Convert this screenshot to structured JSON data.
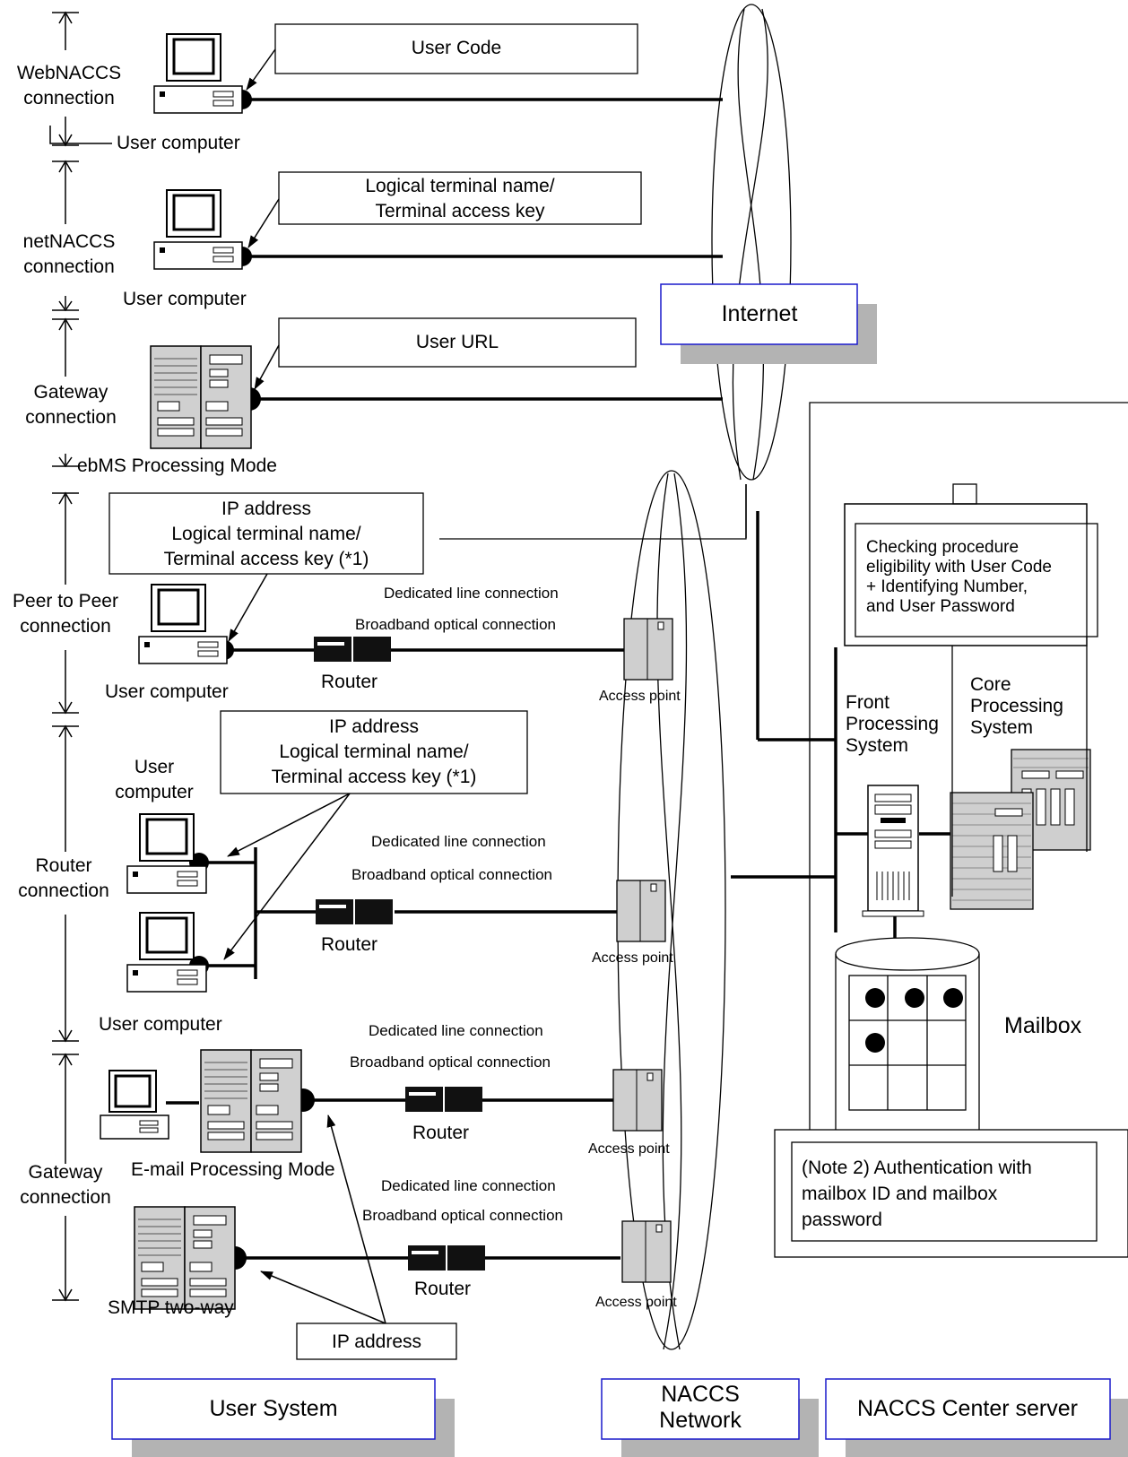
{
  "boxes": {
    "user_code": "User Code",
    "logical_terminal": "Logical terminal name/\nTerminal access key",
    "user_url": "User URL",
    "p2p_ip": "IP address\nLogical terminal name/\nTerminal access key (*1)",
    "router_ip": "IP address\nLogical terminal name/\nTerminal access key (*1)",
    "smtp_ip": "IP address",
    "checking": "Checking procedure\neligibility with User Code\n+ Identifying Number,\nand User Password",
    "note2": "(Note 2) Authentication with\nmailbox ID and mailbox\npassword"
  },
  "labels": {
    "webnaccs": "WebNACCS\nconnection",
    "user_computer_1": "User computer",
    "netnaccs": "netNACCS\nconnection",
    "user_computer_2": "User computer",
    "gateway_1": "Gateway\nconnection",
    "ebms": "ebMS Processing Mode",
    "p2p": "Peer to Peer\nconnection",
    "user_computer_3": "User computer",
    "router_conn": "Router\nconnection",
    "user_computer_4": "User\ncomputer",
    "user_computer_5": "User computer",
    "gateway_2": "Gateway\nconnection",
    "email_mode": "E-mail Processing Mode",
    "smtp": "SMTP two-way",
    "internet": "Internet",
    "front": "Front\nProcessing\nSystem",
    "core": "Core\nProcessing\nSystem",
    "mailbox": "Mailbox",
    "router": "Router",
    "access_point": "Access point",
    "dedicated": "Dedicated line connection",
    "broadband": "Broadband optical connection"
  },
  "legend": {
    "user_system": "User System",
    "naccs_network": "NACCS\nNetwork",
    "center_server": "NACCS Center server"
  },
  "colors": {
    "legend_border": "#1a1acc",
    "shadow": "#b3b3b3",
    "device_gray": "#cfcfcf"
  }
}
